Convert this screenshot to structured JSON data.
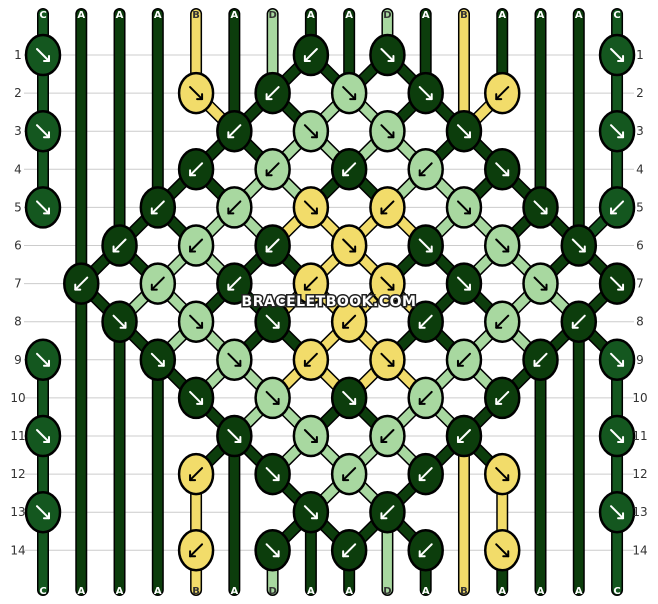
{
  "watermark": "BRACELETBOOK.COM",
  "row_labels": [
    "1",
    "2",
    "3",
    "4",
    "5",
    "6",
    "7",
    "8",
    "9",
    "10",
    "11",
    "12",
    "13",
    "14"
  ],
  "string_letters": [
    "C",
    "A",
    "A",
    "A",
    "B",
    "A",
    "D",
    "A",
    "A",
    "D",
    "A",
    "B",
    "A",
    "A",
    "A",
    "C"
  ],
  "colors": {
    "A": "#0c3d0c",
    "B": "#f2dc6a",
    "C": "#14571f",
    "D": "#a8d8a0",
    "background": "#ffffff",
    "grid_line": "#cccccc",
    "arrow": "#ffffff"
  },
  "knots": [
    {
      "row": 1,
      "col": 0,
      "color": "C",
      "dir": "forward"
    },
    {
      "row": 1,
      "col": 7,
      "color": "A",
      "dir": "backward"
    },
    {
      "row": 1,
      "col": 9,
      "color": "A",
      "dir": "forward"
    },
    {
      "row": 1,
      "col": 15,
      "color": "C",
      "dir": "forward"
    },
    {
      "row": 2,
      "col": 4,
      "color": "B",
      "dir": "forward"
    },
    {
      "row": 2,
      "col": 6,
      "color": "A",
      "dir": "backward"
    },
    {
      "row": 2,
      "col": 8,
      "color": "D",
      "dir": "forward"
    },
    {
      "row": 2,
      "col": 10,
      "color": "A",
      "dir": "forward"
    },
    {
      "row": 2,
      "col": 12,
      "color": "B",
      "dir": "backward"
    },
    {
      "row": 3,
      "col": 0,
      "color": "C",
      "dir": "forward"
    },
    {
      "row": 3,
      "col": 5,
      "color": "A",
      "dir": "backward"
    },
    {
      "row": 3,
      "col": 7,
      "color": "D",
      "dir": "forward"
    },
    {
      "row": 3,
      "col": 9,
      "color": "D",
      "dir": "forward"
    },
    {
      "row": 3,
      "col": 11,
      "color": "A",
      "dir": "forward"
    },
    {
      "row": 3,
      "col": 15,
      "color": "C",
      "dir": "forward"
    },
    {
      "row": 4,
      "col": 4,
      "color": "A",
      "dir": "backward"
    },
    {
      "row": 4,
      "col": 6,
      "color": "D",
      "dir": "backward"
    },
    {
      "row": 4,
      "col": 8,
      "color": "A",
      "dir": "backward"
    },
    {
      "row": 4,
      "col": 10,
      "color": "D",
      "dir": "backward"
    },
    {
      "row": 4,
      "col": 12,
      "color": "A",
      "dir": "forward"
    },
    {
      "row": 5,
      "col": 0,
      "color": "C",
      "dir": "forward"
    },
    {
      "row": 5,
      "col": 3,
      "color": "A",
      "dir": "backward"
    },
    {
      "row": 5,
      "col": 5,
      "color": "D",
      "dir": "backward"
    },
    {
      "row": 5,
      "col": 7,
      "color": "B",
      "dir": "forward"
    },
    {
      "row": 5,
      "col": 9,
      "color": "B",
      "dir": "backward"
    },
    {
      "row": 5,
      "col": 11,
      "color": "D",
      "dir": "forward"
    },
    {
      "row": 5,
      "col": 13,
      "color": "A",
      "dir": "forward"
    },
    {
      "row": 5,
      "col": 15,
      "color": "C",
      "dir": "backward"
    },
    {
      "row": 6,
      "col": 2,
      "color": "A",
      "dir": "backward"
    },
    {
      "row": 6,
      "col": 4,
      "color": "D",
      "dir": "backward"
    },
    {
      "row": 6,
      "col": 6,
      "color": "A",
      "dir": "backward"
    },
    {
      "row": 6,
      "col": 8,
      "color": "B",
      "dir": "forward"
    },
    {
      "row": 6,
      "col": 10,
      "color": "A",
      "dir": "forward"
    },
    {
      "row": 6,
      "col": 12,
      "color": "D",
      "dir": "forward"
    },
    {
      "row": 6,
      "col": 14,
      "color": "A",
      "dir": "forward"
    },
    {
      "row": 7,
      "col": 1,
      "color": "A",
      "dir": "backward"
    },
    {
      "row": 7,
      "col": 3,
      "color": "D",
      "dir": "backward"
    },
    {
      "row": 7,
      "col": 5,
      "color": "A",
      "dir": "backward"
    },
    {
      "row": 7,
      "col": 7,
      "color": "B",
      "dir": "backward"
    },
    {
      "row": 7,
      "col": 9,
      "color": "B",
      "dir": "forward"
    },
    {
      "row": 7,
      "col": 11,
      "color": "A",
      "dir": "forward"
    },
    {
      "row": 7,
      "col": 13,
      "color": "D",
      "dir": "forward"
    },
    {
      "row": 7,
      "col": 15,
      "color": "A",
      "dir": "forward"
    },
    {
      "row": 8,
      "col": 2,
      "color": "A",
      "dir": "forward"
    },
    {
      "row": 8,
      "col": 4,
      "color": "D",
      "dir": "forward"
    },
    {
      "row": 8,
      "col": 6,
      "color": "A",
      "dir": "forward"
    },
    {
      "row": 8,
      "col": 8,
      "color": "B",
      "dir": "backward"
    },
    {
      "row": 8,
      "col": 10,
      "color": "A",
      "dir": "backward"
    },
    {
      "row": 8,
      "col": 12,
      "color": "D",
      "dir": "backward"
    },
    {
      "row": 8,
      "col": 14,
      "color": "A",
      "dir": "backward"
    },
    {
      "row": 9,
      "col": 0,
      "color": "C",
      "dir": "forward"
    },
    {
      "row": 9,
      "col": 3,
      "color": "A",
      "dir": "forward"
    },
    {
      "row": 9,
      "col": 5,
      "color": "D",
      "dir": "forward"
    },
    {
      "row": 9,
      "col": 7,
      "color": "B",
      "dir": "backward"
    },
    {
      "row": 9,
      "col": 9,
      "color": "B",
      "dir": "forward"
    },
    {
      "row": 9,
      "col": 11,
      "color": "D",
      "dir": "backward"
    },
    {
      "row": 9,
      "col": 13,
      "color": "A",
      "dir": "backward"
    },
    {
      "row": 9,
      "col": 15,
      "color": "C",
      "dir": "forward"
    },
    {
      "row": 10,
      "col": 4,
      "color": "A",
      "dir": "forward"
    },
    {
      "row": 10,
      "col": 6,
      "color": "D",
      "dir": "forward"
    },
    {
      "row": 10,
      "col": 8,
      "color": "A",
      "dir": "forward"
    },
    {
      "row": 10,
      "col": 10,
      "color": "D",
      "dir": "backward"
    },
    {
      "row": 10,
      "col": 12,
      "color": "A",
      "dir": "backward"
    },
    {
      "row": 11,
      "col": 0,
      "color": "C",
      "dir": "forward"
    },
    {
      "row": 11,
      "col": 5,
      "color": "A",
      "dir": "forward"
    },
    {
      "row": 11,
      "col": 7,
      "color": "D",
      "dir": "forward"
    },
    {
      "row": 11,
      "col": 9,
      "color": "D",
      "dir": "backward"
    },
    {
      "row": 11,
      "col": 11,
      "color": "A",
      "dir": "backward"
    },
    {
      "row": 11,
      "col": 15,
      "color": "C",
      "dir": "forward"
    },
    {
      "row": 12,
      "col": 4,
      "color": "B",
      "dir": "backward"
    },
    {
      "row": 12,
      "col": 6,
      "color": "A",
      "dir": "forward"
    },
    {
      "row": 12,
      "col": 8,
      "color": "D",
      "dir": "backward"
    },
    {
      "row": 12,
      "col": 10,
      "color": "A",
      "dir": "backward"
    },
    {
      "row": 12,
      "col": 12,
      "color": "B",
      "dir": "forward"
    },
    {
      "row": 13,
      "col": 0,
      "color": "C",
      "dir": "forward"
    },
    {
      "row": 13,
      "col": 7,
      "color": "A",
      "dir": "forward"
    },
    {
      "row": 13,
      "col": 9,
      "color": "A",
      "dir": "backward"
    },
    {
      "row": 13,
      "col": 15,
      "color": "C",
      "dir": "forward"
    },
    {
      "row": 14,
      "col": 4,
      "color": "B",
      "dir": "backward"
    },
    {
      "row": 14,
      "col": 6,
      "color": "A",
      "dir": "forward"
    },
    {
      "row": 14,
      "col": 8,
      "color": "A",
      "dir": "backward"
    },
    {
      "row": 14,
      "col": 10,
      "color": "A",
      "dir": "backward"
    },
    {
      "row": 14,
      "col": 12,
      "color": "B",
      "dir": "forward"
    }
  ]
}
